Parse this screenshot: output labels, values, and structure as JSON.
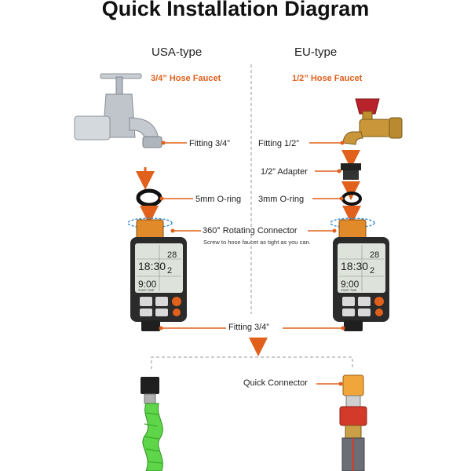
{
  "title": "Quick Installation Diagram",
  "columns": {
    "usa": {
      "heading": "USA-type",
      "faucet": "3/4” Hose Faucet"
    },
    "eu": {
      "heading": "EU-type",
      "faucet": "1/2” Hose Faucet"
    }
  },
  "labels": {
    "fitting_34_top": "Fitting 3/4”",
    "fitting_12": "Fitting 1/2”",
    "adapter_12": "1/2” Adapter",
    "oring_5mm": "5mm O-ring",
    "oring_3mm": "3mm O-ring",
    "rotating_connector": "360° Rotating Connector",
    "rotating_note": "Screw to hose faucet as tight as you can.",
    "fitting_34_bottom": "Fitting 3/4”",
    "quick_connector": "Quick Connector"
  },
  "timer_display": {
    "clock": "18:30",
    "start_time": "9:00",
    "value_top": "28",
    "value_mid": "2",
    "start_time_label": "START TIME"
  },
  "colors": {
    "accent_orange": "#e0601c",
    "timer_body": "#2b2b2b",
    "lcd": "#dde3da",
    "connector": "#e08a2a",
    "hose_green": "#5fd64a",
    "dashed_line": "#999999"
  }
}
